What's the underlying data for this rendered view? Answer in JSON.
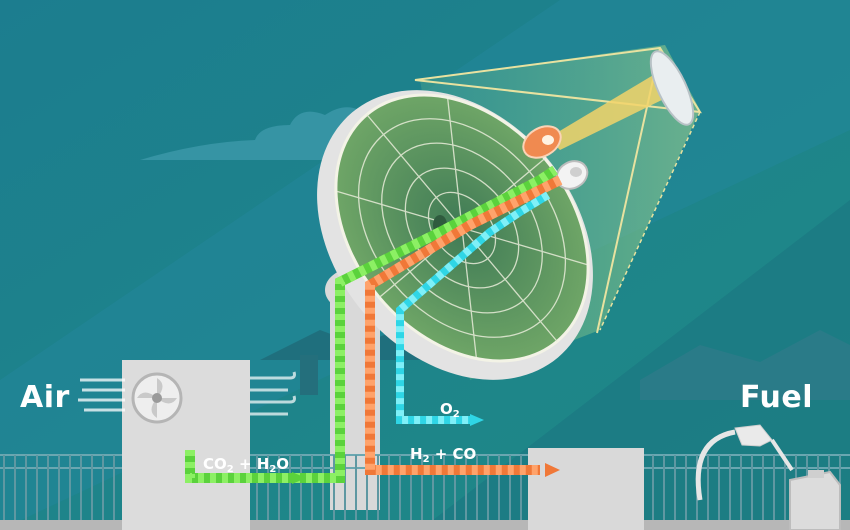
{
  "labels": {
    "air": "Air",
    "fuel": "Fuel"
  },
  "flows": {
    "co2_h2o": {
      "a": "CO",
      "a_sub": "2",
      "b": " + H",
      "b_sub": "2",
      "c": "O"
    },
    "h2_co": {
      "a": "H",
      "a_sub": "2",
      "b": " + CO"
    },
    "o2": {
      "a": "O",
      "a_sub": "2"
    }
  },
  "colors": {
    "background": "#1f7f8c",
    "green_stream": "#5bd23c",
    "orange_stream": "#f07838",
    "cyan_stream": "#2fd6e6",
    "dish_green": "#5f9a5e",
    "building": "#d9d9d9"
  }
}
